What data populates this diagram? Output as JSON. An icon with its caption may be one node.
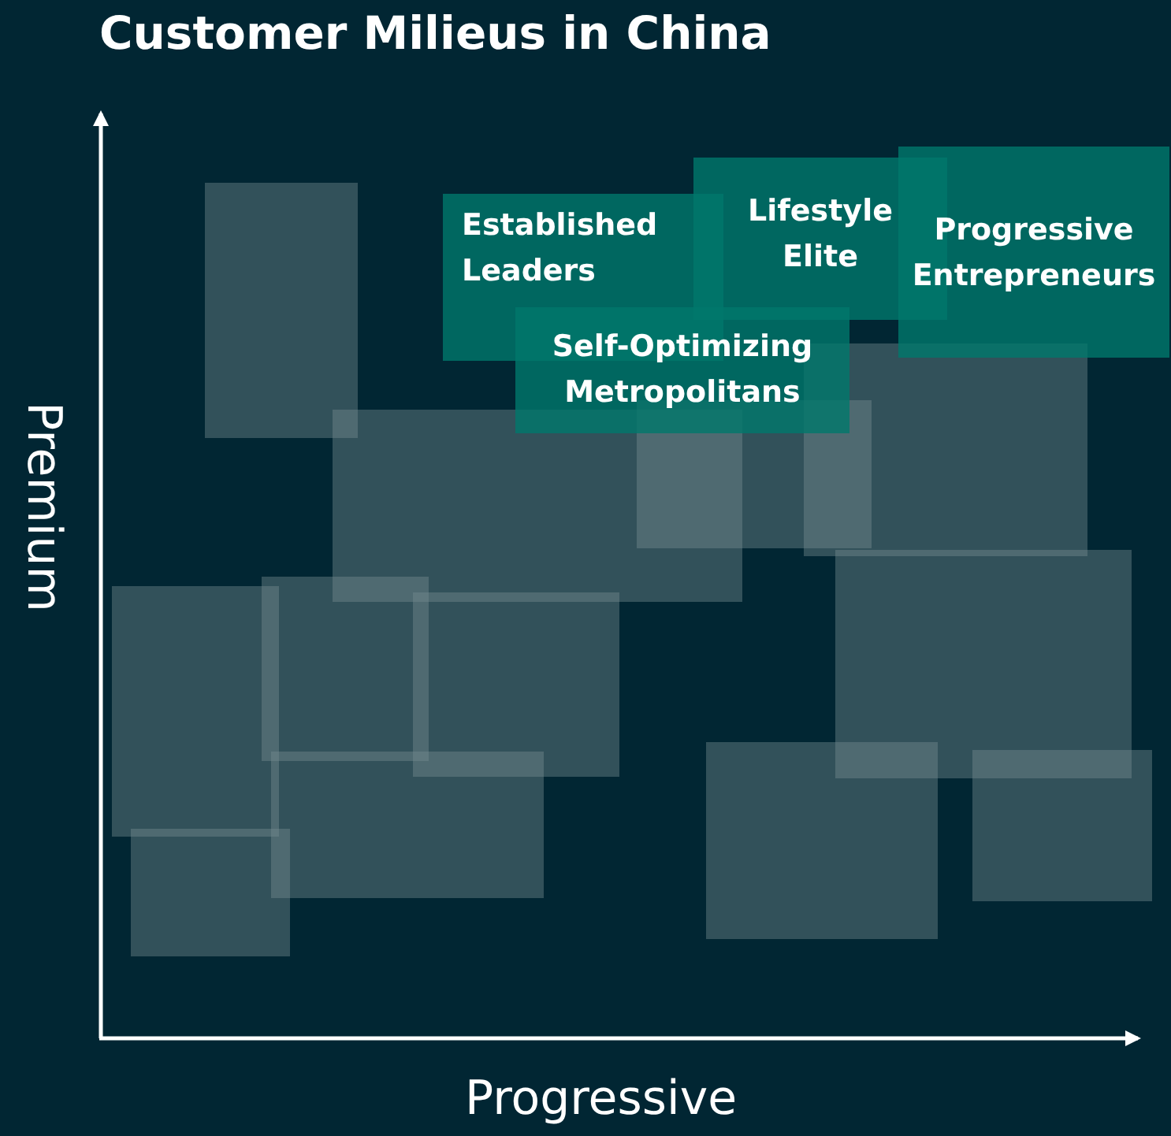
{
  "diagram": {
    "title": "Customer Milieus in China",
    "nodes": [
      {
        "text": [
          "Established Leaders"
        ]
      },
      {
        "text": [
          "Lifestyle Elite"
        ]
      },
      {
        "text": [
          "Progressive Entrepreneurs"
        ]
      },
      {
        "text": [
          "Self-Optimizing Metropolitans"
        ]
      },
      {
        "text": [],
        "shape": "box"
      },
      {
        "text": [],
        "shape": "box"
      },
      {
        "text": [],
        "shape": "box"
      },
      {
        "text": [],
        "shape": "box"
      },
      {
        "text": [],
        "shape": "box"
      },
      {
        "text": [],
        "shape": "box"
      },
      {
        "text": [],
        "shape": "box"
      },
      {
        "text": [],
        "shape": "box"
      },
      {
        "text": [],
        "shape": "box"
      },
      {
        "text": [],
        "shape": "box"
      },
      {
        "text": [],
        "shape": "box"
      },
      {
        "text": [],
        "shape": "box"
      }
    ],
    "edges": [],
    "labels": [
      "Premium",
      "Progressive"
    ]
  }
}
